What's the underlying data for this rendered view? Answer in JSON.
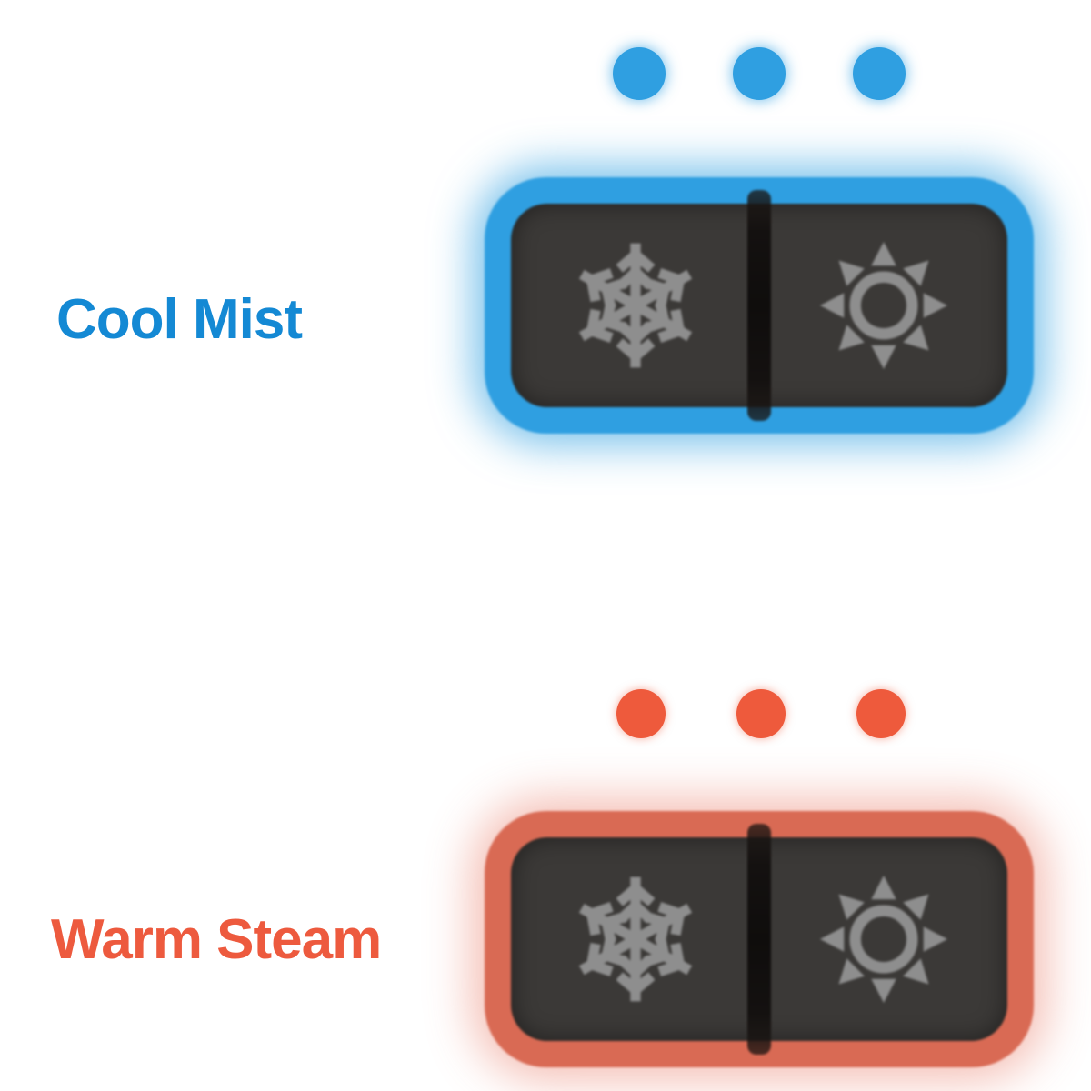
{
  "page": {
    "background_color": "#ffffff",
    "description": "Humidifier mode comparison graphic with cool mist and warm steam mode toggle illustrations"
  },
  "sections": [
    {
      "id": "cool-mist",
      "label": "Cool Mist",
      "label_color": "#1489d4",
      "accent_color": "#2f9fe1",
      "indicator_dots": 3,
      "switch": {
        "left_icon": "snowflake-icon",
        "right_icon": "sun-icon",
        "panel_color": "#3b3937",
        "icon_color": "#8e8e8e",
        "divider_color": "#0f0d0c",
        "glow_color": "#2f9fe1"
      }
    },
    {
      "id": "warm-steam",
      "label": "Warm Steam",
      "label_color": "#ed5a3e",
      "accent_color": "#ee5a3c",
      "indicator_dots": 3,
      "switch": {
        "left_icon": "snowflake-icon",
        "right_icon": "sun-icon",
        "panel_color": "#3b3937",
        "icon_color": "#8e8e8e",
        "divider_color": "#0f0d0c",
        "glow_color": "#d96a54"
      }
    }
  ]
}
